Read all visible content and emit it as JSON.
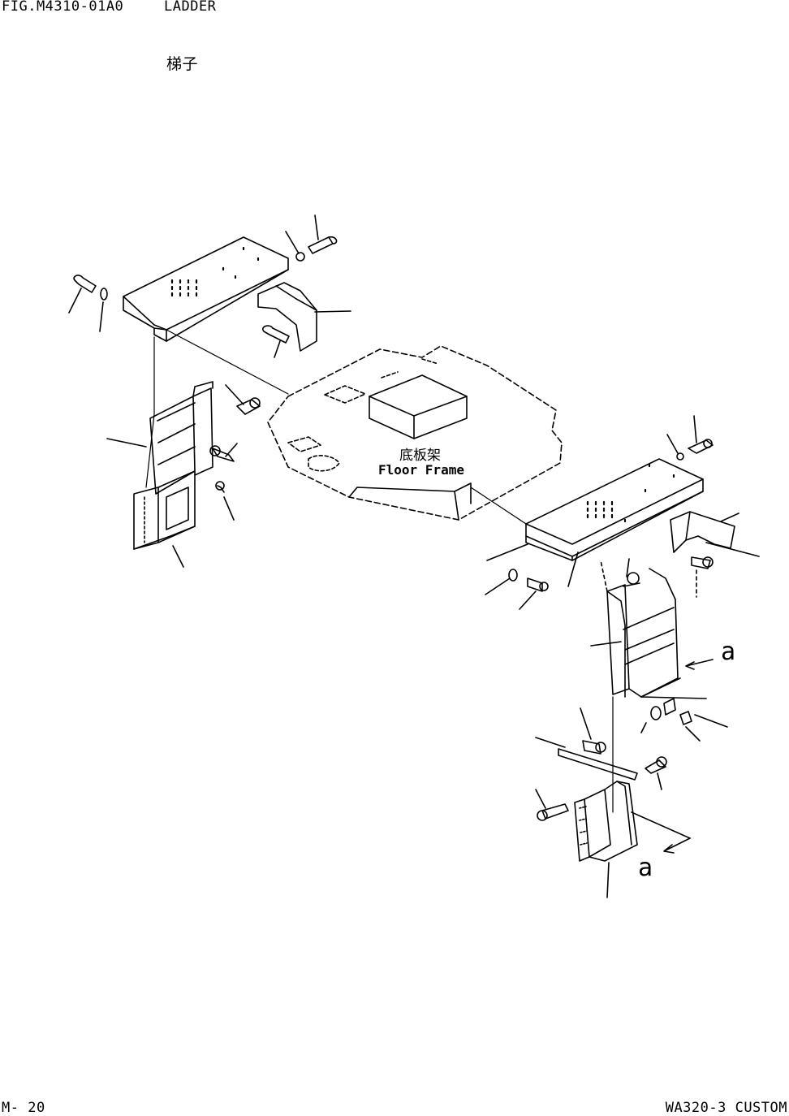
{
  "header": {
    "figure_number": "FIG.M4310-01A0",
    "title": "LADDER",
    "title_cn": "梯子"
  },
  "diagram": {
    "floor_frame_cn": "底板架",
    "floor_frame_en": "Floor Frame",
    "view_mark_a_upper": "a",
    "view_mark_a_lower": "a"
  },
  "footer": {
    "page": "M-  20",
    "model": "WA320-3 CUSTOM"
  }
}
